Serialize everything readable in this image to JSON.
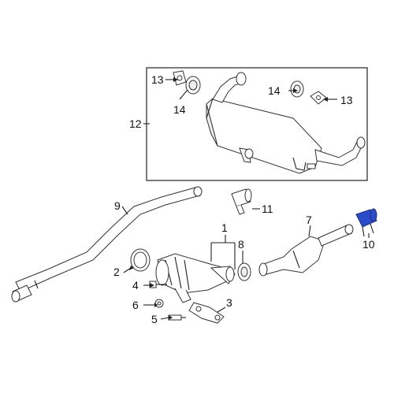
{
  "diagram": {
    "highlight_color": "#2b4cc8",
    "callouts": {
      "c1": "1",
      "c2": "2",
      "c3": "3",
      "c4": "4",
      "c5": "5",
      "c6": "6",
      "c7": "7",
      "c8": "8",
      "c9": "9",
      "c10": "10",
      "c11": "11",
      "c12": "12",
      "c13a": "13",
      "c13b": "13",
      "c14a": "14",
      "c14b": "14"
    }
  }
}
